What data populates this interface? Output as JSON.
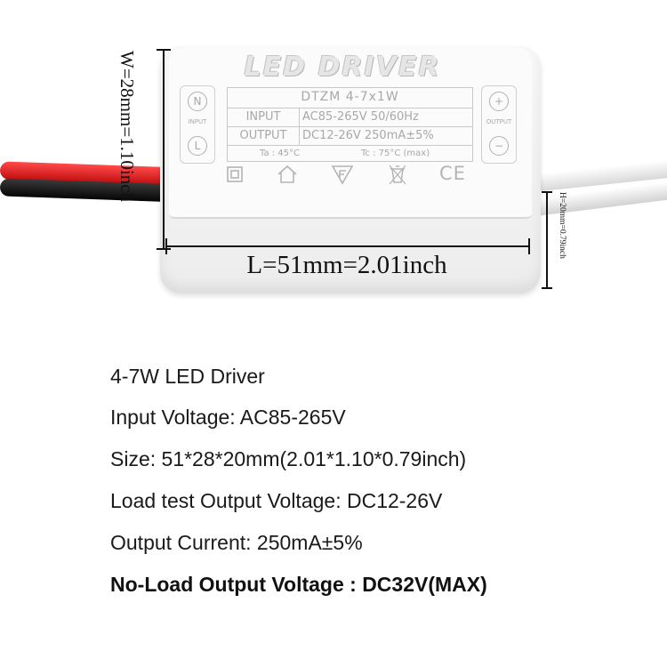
{
  "product": {
    "brand": "LED DRIVER",
    "model": "DTZM  4-7x1W",
    "input_label": "INPUT",
    "input_value": "AC85-265V 50/60Hz",
    "output_label": "OUTPUT",
    "output_value": "DC12-26V 250mA±5%",
    "ta": "Ta : 45°C",
    "tc": "Tc : 75°C (max)",
    "left_panel": {
      "top": "N",
      "label": "INPUT",
      "bottom": "L"
    },
    "right_panel": {
      "top": "+",
      "label": "OUTPUT",
      "bottom": "−"
    },
    "cert_ce": "CE"
  },
  "dimensions": {
    "width": "W=28mm=1.10inch",
    "length": "L=51mm=2.01inch",
    "height": "H=20mm=0.79inch"
  },
  "specs": [
    "4-7W LED Driver",
    "Input Voltage: AC85-265V",
    "Size: 51*28*20mm(2.01*1.10*0.79inch)",
    "Load test Output Voltage: DC12-26V",
    "Output Current: 250mA±5%"
  ],
  "specs_bold": "No-Load Output Voltage : DC32V(MAX)",
  "colors": {
    "wire_red": "#d61818",
    "wire_black": "#141414",
    "wire_white": "#f4f4f4",
    "housing": "#f2f2f2"
  }
}
